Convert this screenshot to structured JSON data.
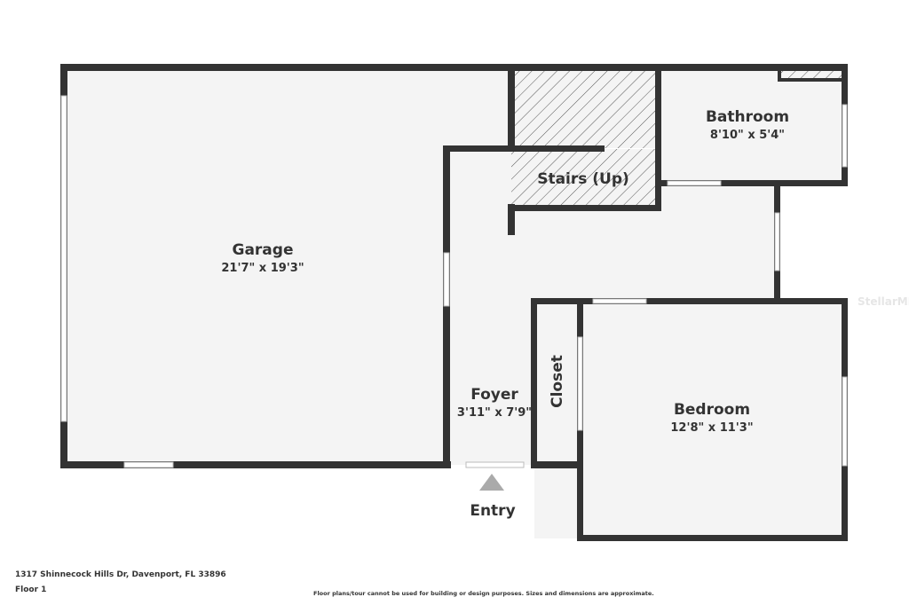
{
  "rooms": {
    "garage": {
      "name": "Garage",
      "dims": "21'7\" x 19'3\""
    },
    "stairs": {
      "name": "Stairs (Up)"
    },
    "bathroom": {
      "name": "Bathroom",
      "dims": "8'10\" x 5'4\""
    },
    "foyer": {
      "name": "Foyer",
      "dims": "3'11\" x 7'9\""
    },
    "closet": {
      "name": "Closet"
    },
    "bedroom": {
      "name": "Bedroom",
      "dims": "12'8\" x 11'3\""
    }
  },
  "entry": {
    "label": "Entry"
  },
  "footer": {
    "address": "1317 Shinnecock Hills Dr, Davenport, FL 33896",
    "floor": "Floor 1",
    "disclaimer": "Floor plans/tour cannot be used for building or design purposes. Sizes and dimensions are approximate."
  },
  "watermark": "StellarMLS",
  "colors": {
    "wall": "#333333",
    "floor": "#f4f4f4"
  }
}
